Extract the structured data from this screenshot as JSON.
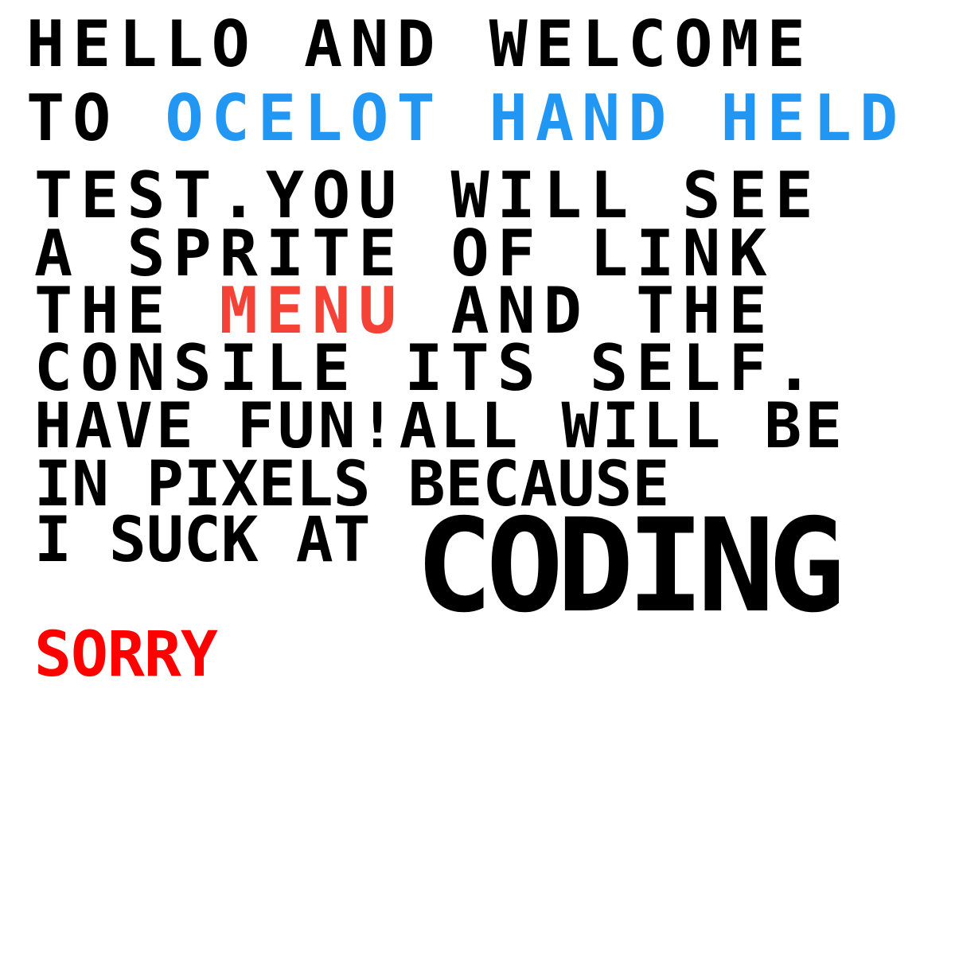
{
  "colors": {
    "text": "#000000",
    "accent_blue": "#2196f3",
    "accent_red": "#f44336",
    "sorry_red": "#ff0000"
  },
  "lines": {
    "line1": "HELLO AND WELCOME",
    "line2_prefix": "TO ",
    "line2_highlight": "OCELOT HAND HELD",
    "line3": "TEST.YOU WILL SEE",
    "line4": "A SPRITE OF LINK",
    "line5_prefix": "THE ",
    "line5_highlight": "MENU",
    "line5_suffix": " AND THE",
    "line6": "CONSILE ITS SELF.",
    "line7": "HAVE FUN!ALL WILL BE",
    "line8": "IN PIXELS BECAUSE",
    "line9": "I SUCK AT",
    "big_word": "CODING",
    "sorry": "SORRY"
  }
}
